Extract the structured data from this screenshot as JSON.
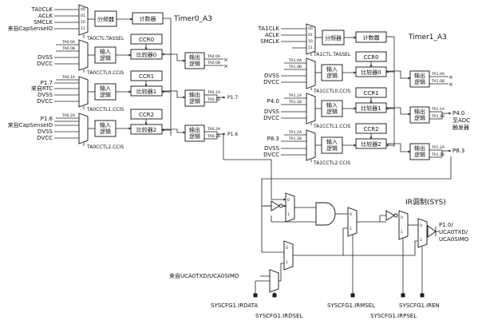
{
  "timer0": {
    "title": "Timer0_A3",
    "src": {
      "taclk": "TA0CLK",
      "aclk": "ACLK",
      "smclk": "SMCLK",
      "cap": "来自CapSenseIO"
    },
    "mux_codes": [
      "00",
      "01",
      "10",
      "11"
    ],
    "divider": "分频器",
    "counter": "计数器",
    "tassel": "TA0CTL.TASSEL",
    "ccr": [
      "CCR0",
      "CCR1",
      "CCR2"
    ],
    "comparator": [
      "比较器0",
      "比较器1",
      "比较器2"
    ],
    "input_logic": "输入\n逻辑",
    "output_logic": "输出\n逻辑",
    "cc0_in": [
      "TA0.0A",
      "TA0.0B"
    ],
    "cc1_in": [
      "TA0.1A",
      "TA0.1B"
    ],
    "cc2_in": [
      "TA0.2A",
      "TA0.2B"
    ],
    "ccis": [
      "TA0CCTL0.CCIS",
      "TA0CCTL1.CCIS",
      "TA0CCTL2.CCIS"
    ],
    "ch0_src": [
      "DVSS",
      "DVCC"
    ],
    "ch1_src": [
      "P1.7",
      "来自RTC",
      "DVSS",
      "DVCC"
    ],
    "ch2_src": [
      "P1.6",
      "来自CapSenseIO",
      "DVSS",
      "DVCC"
    ],
    "out0": [
      "TA0.0A",
      "TA0.0B"
    ],
    "out1": [
      "TA0.1A",
      "TA0.1B"
    ],
    "out1_label": "P1.7",
    "out2": [
      "TA0.2A",
      "TA0.2B"
    ],
    "out2_label": "P1.6"
  },
  "timer1": {
    "title": "Timer1_A3",
    "src": {
      "taclk": "TA1CLK",
      "aclk": "ACLK",
      "smclk": "SMCLK"
    },
    "divider": "分频器",
    "counter": "计数器",
    "tassel": "TA1CTL.TASSEL",
    "ccr": [
      "CCR0",
      "CCR1",
      "CCR2"
    ],
    "comparator": [
      "比较器0",
      "比较器1",
      "比较器2"
    ],
    "input_logic": "输入\n逻辑",
    "output_logic": "输出\n逻辑",
    "cc0_in": [
      "TA1.0A",
      "TA1.0B"
    ],
    "cc1_in": [
      "TA1.1A",
      "TA1.1B"
    ],
    "cc2_in": [
      "TA1.2A",
      "TA1.2B"
    ],
    "ccis": [
      "TA1CCTL0.CCIS",
      "TA1CCTL1.CCIS",
      "TA1CCTL2.CCIS"
    ],
    "ch0_src": [
      "DVSS",
      "DVCC"
    ],
    "ch1_src": [
      "P4.0",
      "DVSS",
      "DVCC"
    ],
    "ch2_src": [
      "P8.3",
      "DVSS",
      "DVCC"
    ],
    "out0": [
      "TA1.0A",
      "TA1.0B"
    ],
    "out1": [
      "TA1.1A",
      "TA1.1B"
    ],
    "out1_label": "P4.0",
    "out1_note": [
      "至ADC",
      "触发器"
    ],
    "out2": [
      "TA1.2A",
      "TA1.2B"
    ],
    "out2_label": "P8.3"
  },
  "ir": {
    "title": "IR调制(SYS)",
    "output": [
      "P1.0/",
      "UCA0TXD/",
      "UCA0SIMO"
    ],
    "uart_src": "来自UCA0TXD/UCA0SIMO",
    "pdata": "SYSCFG1.IRDATA",
    "pdsel": "SYSCFG1.IRDSEL",
    "pmsel": "SYSCFG1.IRMSEL",
    "ppsel": "SYSCFG1.IRPSEL",
    "pen": "SYSCFG1.IREN",
    "mux_codes": [
      "0",
      "1"
    ]
  }
}
